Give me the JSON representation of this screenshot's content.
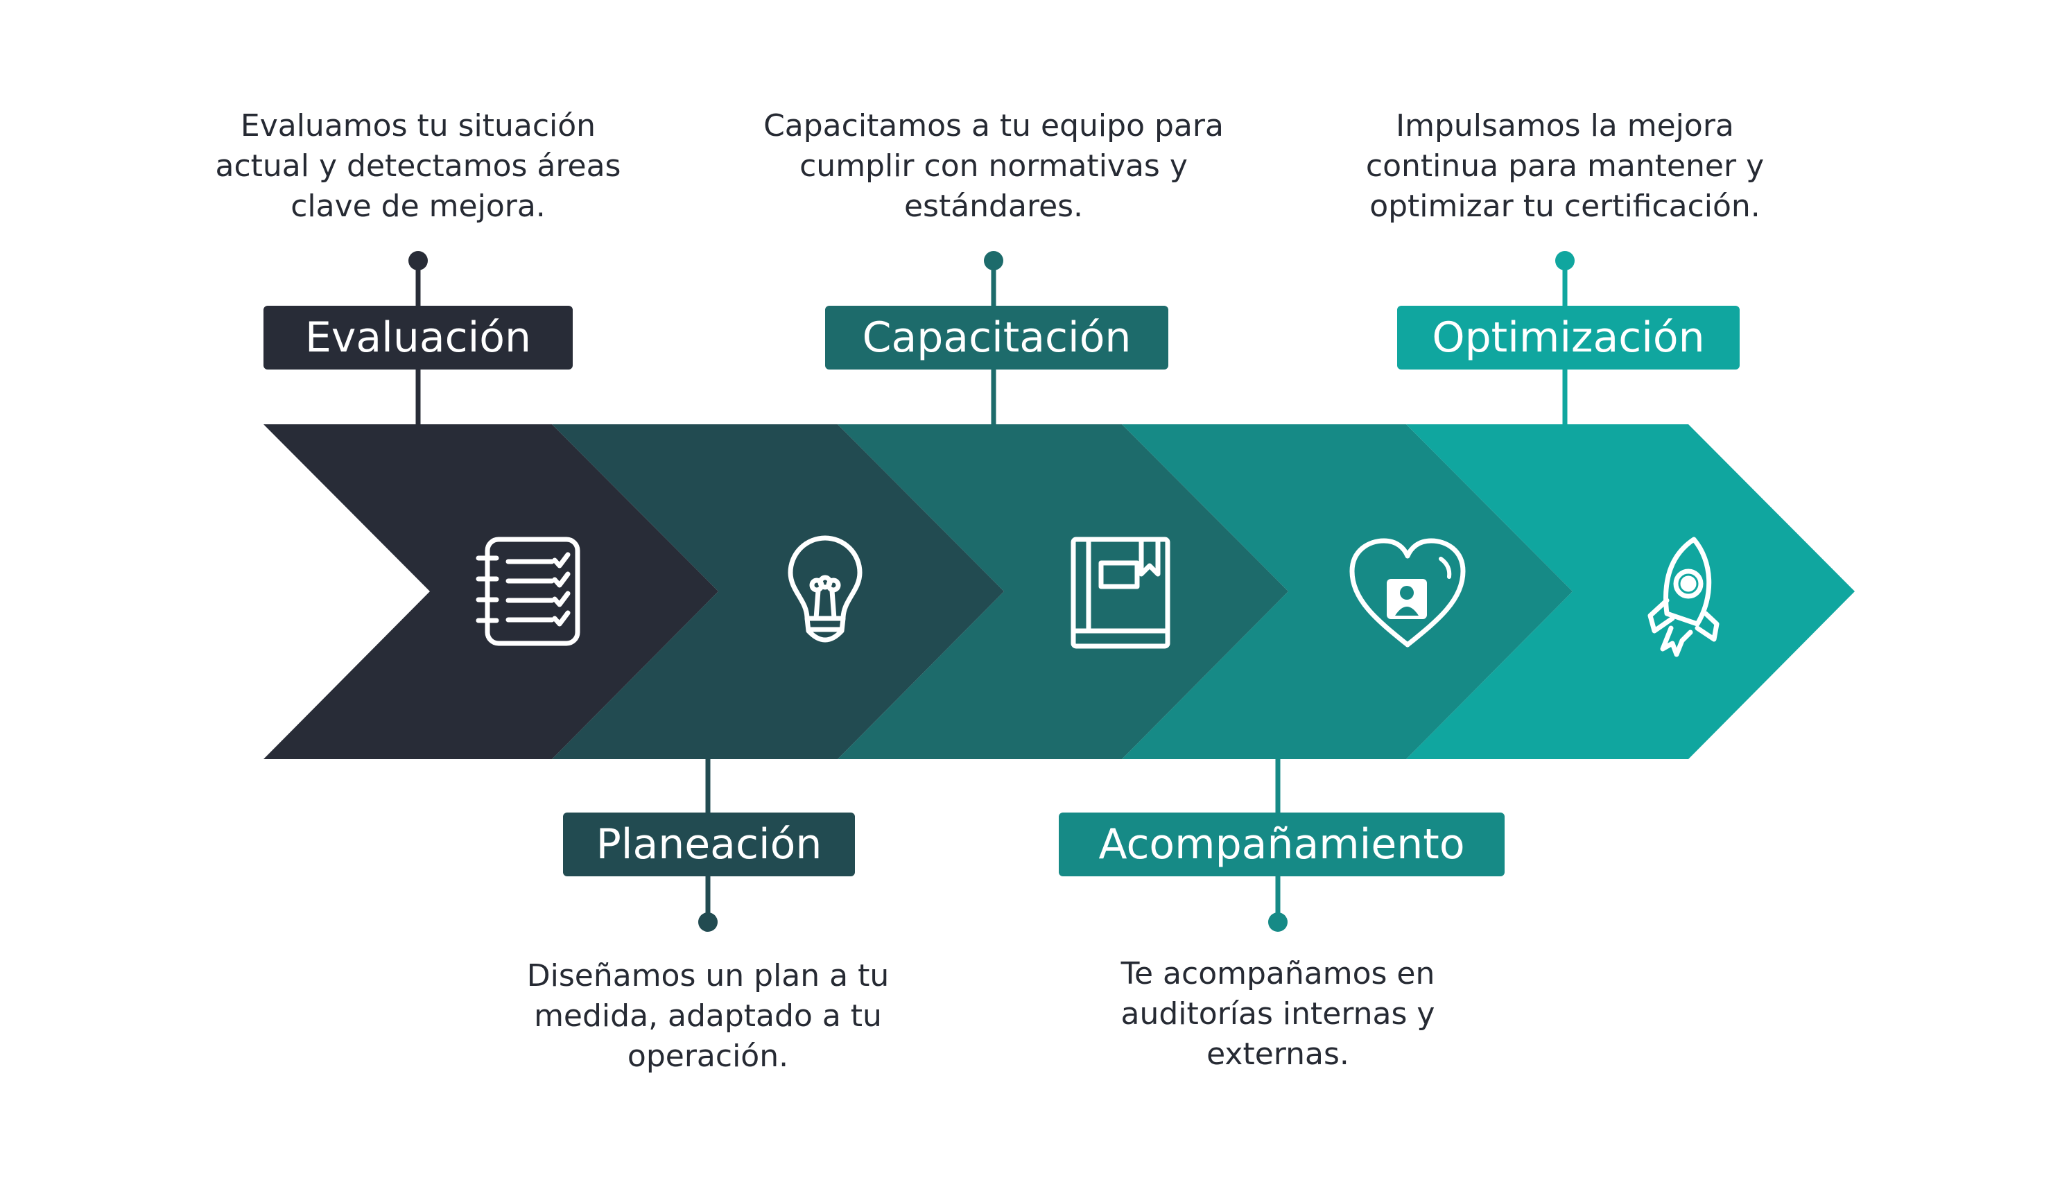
{
  "steps": [
    {
      "title": "Evaluación",
      "description": "Evaluamos tu situación actual y detectamos áreas clave de mejora.",
      "color": "#282c37",
      "icon": "checklist-icon",
      "position": "top"
    },
    {
      "title": "Planeación",
      "description": "Diseñamos un plan a tu medida, adaptado a tu operación.",
      "color": "#224b51",
      "icon": "lightbulb-icon",
      "position": "bottom"
    },
    {
      "title": "Capacitación",
      "description": "Capacitamos a tu equipo para cumplir con normativas y estándares.",
      "color": "#1d6b6b",
      "icon": "book-icon",
      "position": "top"
    },
    {
      "title": "Acompañamiento",
      "description": "Te acompañamos en auditorías internas y externas.",
      "color": "#168a86",
      "icon": "heart-person-icon",
      "position": "bottom"
    },
    {
      "title": "Optimización",
      "description": "Impulsamos la mejora continua para mantener y optimizar tu certificación.",
      "color": "#10a69f",
      "icon": "rocket-icon",
      "position": "top"
    }
  ]
}
